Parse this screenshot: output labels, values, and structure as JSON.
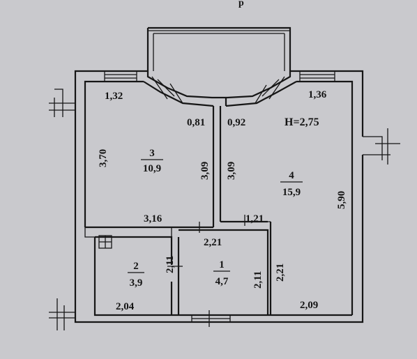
{
  "plan": {
    "header_fragment": "р",
    "ceiling_height": "H=2,75",
    "rooms": [
      {
        "number": "3",
        "area": "10,9"
      },
      {
        "number": "4",
        "area": "15,9"
      },
      {
        "number": "2",
        "area": "3,9"
      },
      {
        "number": "1",
        "area": "4,7"
      }
    ],
    "dimensions": {
      "d_1_32": "1,32",
      "d_1_36": "1,36",
      "d_0_81": "0,81",
      "d_0_92": "0,92",
      "d_3_70": "3,70",
      "d_3_09_a": "3,09",
      "d_3_09_b": "3,09",
      "d_5_90": "5,90",
      "d_3_16": "3,16",
      "d_1_21": "1,21",
      "d_2_21_a": "2,21",
      "d_2_11_a": "2,11",
      "d_2_11_b": "2,11",
      "d_2_21_b": "2,21",
      "d_2_04": "2,04",
      "d_2_09": "2,09"
    }
  },
  "colors": {
    "background": "#c9c9cd",
    "line": "#161616"
  }
}
